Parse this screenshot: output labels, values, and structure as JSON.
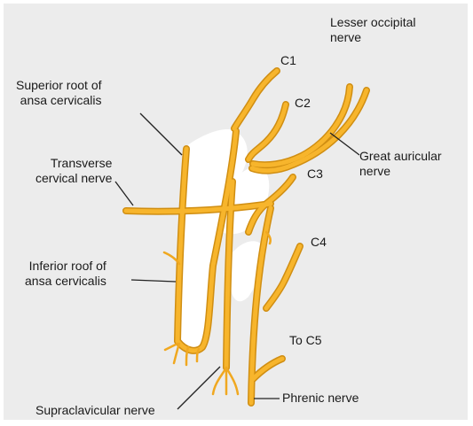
{
  "labels": {
    "c1": "C1",
    "c2": "C2",
    "c3": "C3",
    "c4": "C4",
    "to_c5": "To C5",
    "lesser_occipital": [
      "Lesser occipital",
      "nerve"
    ],
    "great_auricular": [
      "Great auricular",
      "nerve"
    ],
    "superior_root": [
      "Superior root of",
      "ansa cervicalis"
    ],
    "transverse_cervical": [
      "Transverse",
      "cervical nerve"
    ],
    "inferior_root": [
      "Inferior roof of",
      "ansa cervicalis"
    ],
    "supraclavicular": "Supraclavicular nerve",
    "phrenic": "Phrenic nerve"
  },
  "colors": {
    "background": "#ececec",
    "nerve_fill": "#f7b52c",
    "nerve_edge": "#d08e12",
    "loop_fill": "#ffffff",
    "leader": "#222222"
  }
}
